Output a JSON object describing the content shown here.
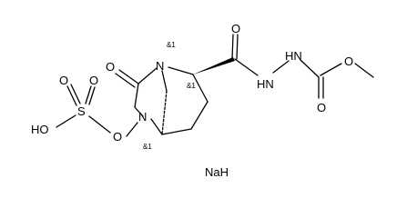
{
  "diagram": {
    "atoms": {
      "n_bridge": "N",
      "o_lactam": "O",
      "n_ring": "N",
      "o_ring": "O",
      "s": "S",
      "o_s_top_left": "O",
      "o_s_top_right": "O",
      "ho": "HO",
      "o_amide": "O",
      "hn_1": "HN",
      "hn_2": "HN",
      "o_carbonyl": "O",
      "o_ester": "O"
    },
    "stereo_marks": {
      "n_bridge": "&1",
      "c2": "&1",
      "c5": "&1"
    },
    "counterion": "NaH"
  }
}
